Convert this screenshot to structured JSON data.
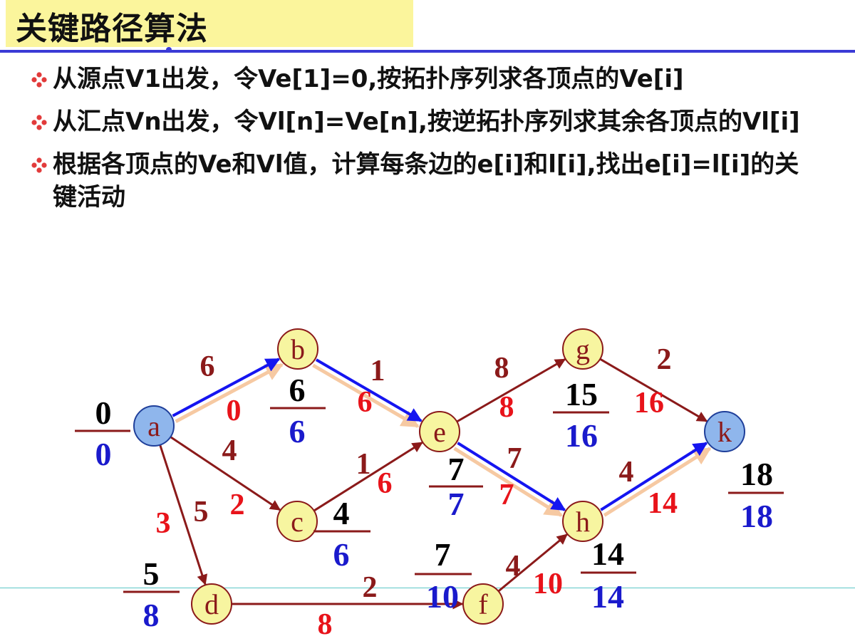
{
  "title": "关键路径算法",
  "bullets": [
    "从源点V1出发，令Ve[1]=0,按拓扑序列求各顶点的Ve[i]",
    "从汇点Vn出发，令Vl[n]=Ve[n],按逆拓扑序列求其余各顶点的Vl[i]",
    "根据各顶点的Ve和Vl值，计算每条边的e[i]和l[i],找出e[i]=l[i]的关键活动"
  ],
  "colors": {
    "node_fill": "#f7f5a0",
    "node_stroke": "#8b1a1a",
    "source_sink_fill": "#8fb6ec",
    "source_sink_stroke": "#1f3f9a",
    "edge": "#8b1a1a",
    "critical_edge": "#1515f0",
    "critical_highlight": "#f6c9a2",
    "ve_color": "#000000",
    "vl_color": "#1a1acc",
    "l_color": "#e8131a",
    "weight_color": "#8b1a1a"
  },
  "nodes": [
    {
      "id": "a",
      "label": "a",
      "ve": "0",
      "vl": "0",
      "kind": "terminal"
    },
    {
      "id": "b",
      "label": "b",
      "ve": "6",
      "vl": "6",
      "kind": "normal"
    },
    {
      "id": "c",
      "label": "c",
      "ve": "4",
      "vl": "6",
      "kind": "normal"
    },
    {
      "id": "d",
      "label": "d",
      "ve": "5",
      "vl": "8",
      "kind": "normal"
    },
    {
      "id": "e",
      "label": "e",
      "ve": "7",
      "vl": "7",
      "kind": "normal"
    },
    {
      "id": "f",
      "label": "f",
      "ve": "7",
      "vl": "10",
      "kind": "normal"
    },
    {
      "id": "g",
      "label": "g",
      "ve": "15",
      "vl": "16",
      "kind": "normal"
    },
    {
      "id": "h",
      "label": "h",
      "ve": "14",
      "vl": "14",
      "kind": "normal"
    },
    {
      "id": "k",
      "label": "k",
      "ve": "18",
      "vl": "18",
      "kind": "terminal"
    }
  ],
  "edges": [
    {
      "from": "a",
      "to": "b",
      "weight": "6",
      "l": "0",
      "critical": true
    },
    {
      "from": "a",
      "to": "c",
      "weight": "4",
      "l": "2",
      "critical": false
    },
    {
      "from": "a",
      "to": "d",
      "weight": "5",
      "l": "3",
      "critical": false
    },
    {
      "from": "b",
      "to": "e",
      "weight": "1",
      "l": "6",
      "critical": true
    },
    {
      "from": "c",
      "to": "e",
      "weight": "1",
      "l": "6",
      "critical": false
    },
    {
      "from": "d",
      "to": "f",
      "weight": "2",
      "l": "8",
      "critical": false
    },
    {
      "from": "e",
      "to": "g",
      "weight": "8",
      "l": "8",
      "critical": false
    },
    {
      "from": "e",
      "to": "h",
      "weight": "7",
      "l": "7",
      "critical": true
    },
    {
      "from": "f",
      "to": "h",
      "weight": "4",
      "l": "10",
      "critical": false
    },
    {
      "from": "g",
      "to": "k",
      "weight": "2",
      "l": "16",
      "critical": false
    },
    {
      "from": "h",
      "to": "k",
      "weight": "4",
      "l": "14",
      "critical": true
    }
  ]
}
